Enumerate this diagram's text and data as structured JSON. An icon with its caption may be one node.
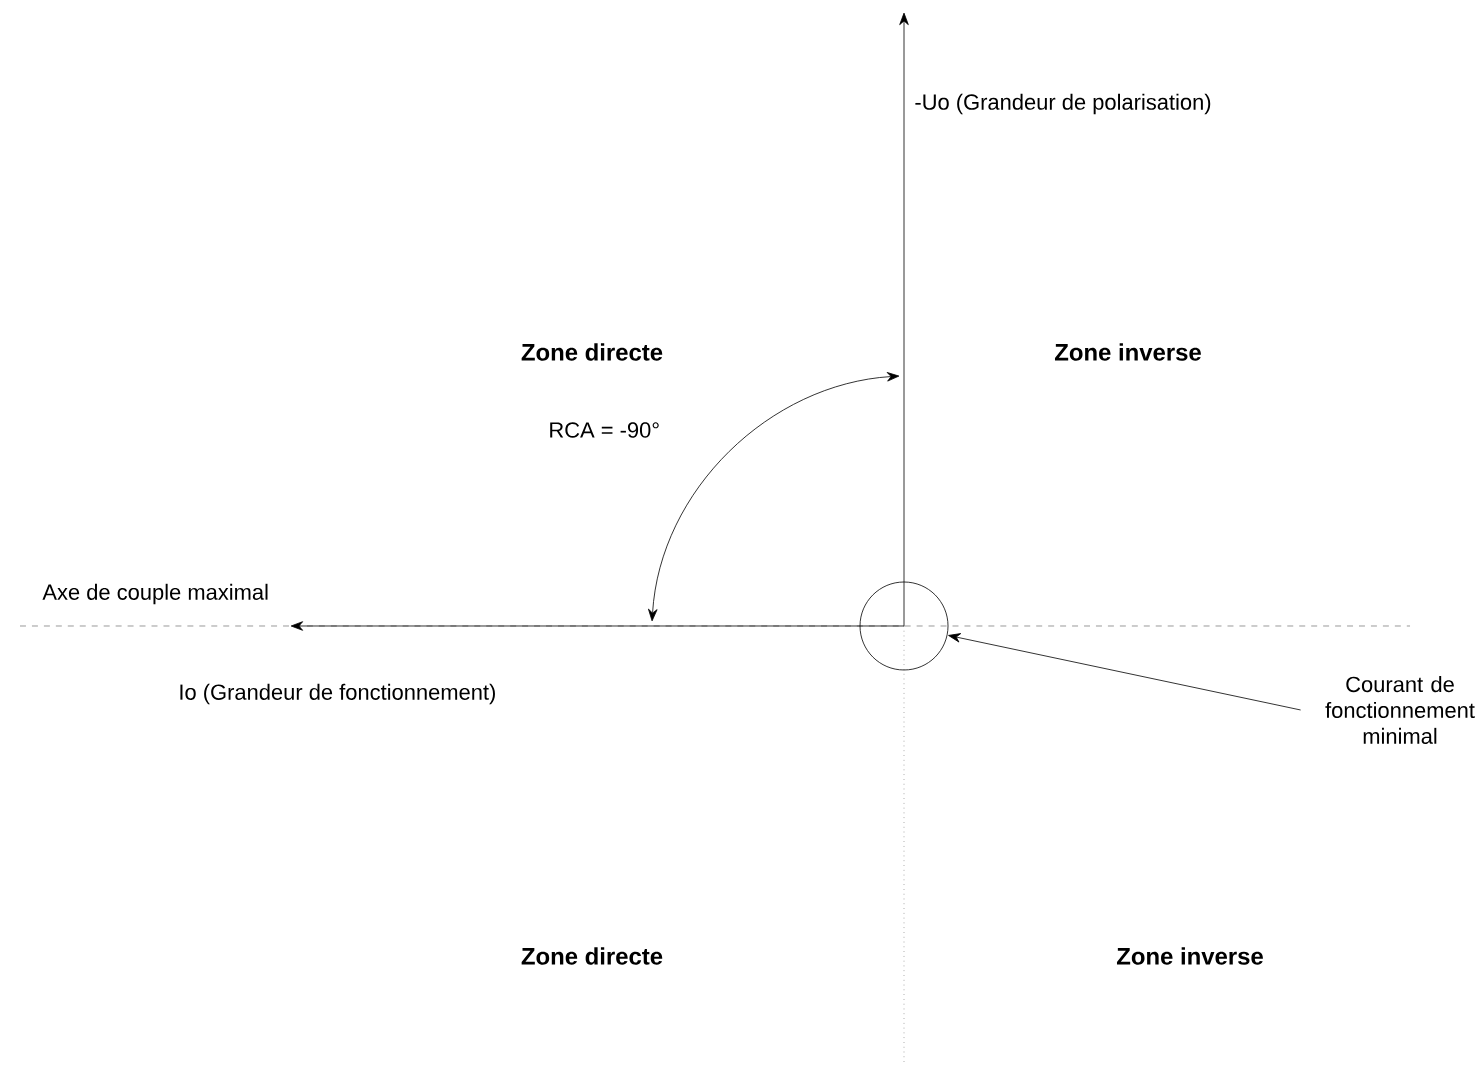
{
  "diagram": {
    "nodes": [
      {
        "text": [
          "Courant de fonctionnement minimal"
        ]
      },
      {
        "text": [],
        "shape": "circle"
      }
    ],
    "edges": [
      {
        "from": 0,
        "to": 1,
        "arrow": "to"
      }
    ],
    "labels": [
      "-Uo (Grandeur de polarisation)",
      "Zone directe",
      "Zone inverse",
      "RCA = -90°",
      "Axe de couple maximal",
      "Io (Grandeur de fonctionnement)",
      "Zone directe",
      "Zone inverse"
    ]
  }
}
